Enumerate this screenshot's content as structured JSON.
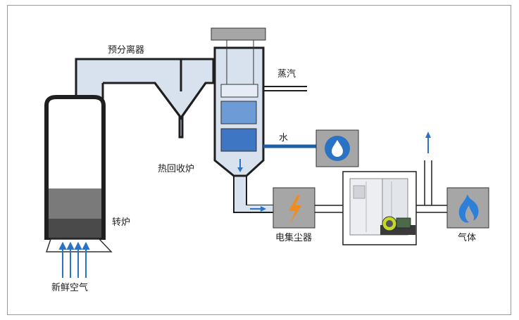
{
  "labels": {
    "preseparator": "预分离器",
    "steam": "蒸汽",
    "water": "水",
    "heat_recovery_boiler": "热回收炉",
    "converter": "转炉",
    "electrostatic_precipitator": "电集尘器",
    "gas": "气体",
    "fresh_air": "新鲜空气"
  },
  "colors": {
    "duct_fill": "#d8e2ee",
    "duct_outline": "#1f1f1f",
    "boiler_tube_light": "#6d9bd6",
    "boiler_tube_dark": "#3f76c4",
    "water_line": "#1f5fa8",
    "arrow": "#2a73c4",
    "box_gray": "#a6a6a6",
    "spark": "#f08c1e",
    "gas_flame": "#2d7fd8"
  },
  "icons": {
    "water": "water-drop-icon",
    "precipitator": "lightning-icon",
    "gas": "flame-icon",
    "fan_unit": "fan-unit-photo"
  }
}
